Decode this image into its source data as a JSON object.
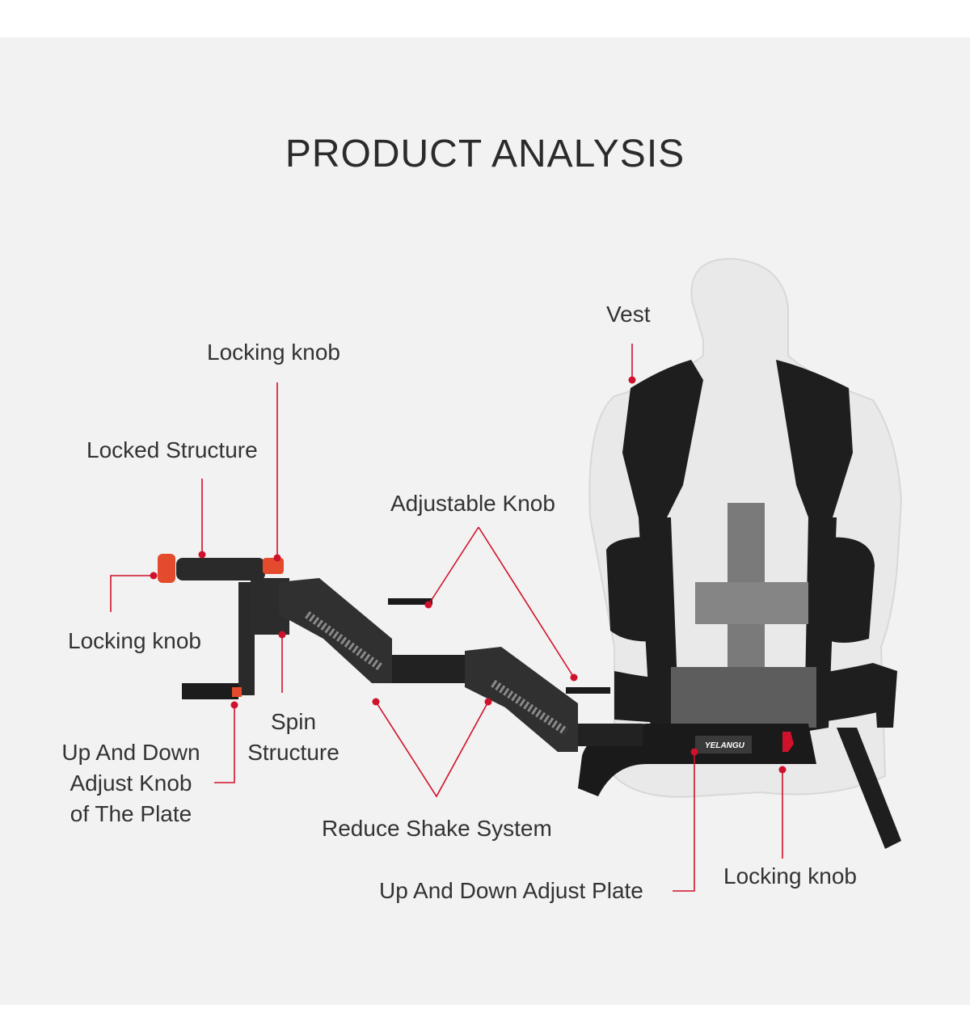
{
  "title": "PRODUCT ANALYSIS",
  "labels": {
    "vest": "Vest",
    "locking_knob_top": "Locking knob",
    "locked_structure": "Locked Structure",
    "adjustable_knob": "Adjustable Knob",
    "locking_knob_left": "Locking knob",
    "spin_structure_1": "Spin",
    "spin_structure_2": "Structure",
    "plate_knob_1": "Up And Down",
    "plate_knob_2": "Adjust Knob",
    "plate_knob_3": "of The Plate",
    "reduce_shake": "Reduce Shake System",
    "adjust_plate": "Up And Down Adjust Plate",
    "locking_knob_right": "Locking knob"
  },
  "brand_plate": "YELANGU",
  "colors": {
    "leader": "#d0112b",
    "text": "#333333",
    "background": "#f2f2f2",
    "knob": "#e34b2c"
  }
}
